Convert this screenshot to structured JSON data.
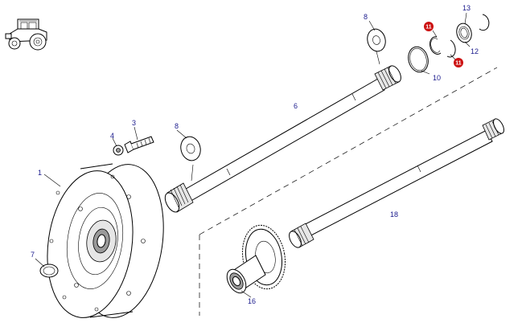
{
  "parts": [
    {
      "id": "p1",
      "number": "1"
    },
    {
      "id": "p3",
      "number": "3"
    },
    {
      "id": "p4",
      "number": "4"
    },
    {
      "id": "p6",
      "number": "6"
    },
    {
      "id": "p7",
      "number": "7"
    },
    {
      "id": "p8a",
      "number": "8"
    },
    {
      "id": "p8b",
      "number": "8"
    },
    {
      "id": "p10",
      "number": "10"
    },
    {
      "id": "p11a",
      "number": "11",
      "highlight": true
    },
    {
      "id": "p11b",
      "number": "11",
      "highlight": true
    },
    {
      "id": "p12",
      "number": "12"
    },
    {
      "id": "p13",
      "number": "13"
    },
    {
      "id": "p16",
      "number": "16"
    },
    {
      "id": "p18",
      "number": "18"
    }
  ],
  "icons": {
    "corner": "tractor-icon"
  },
  "colors": {
    "label": "#1a1a8c",
    "highlight_badge": "#cc1111",
    "line": "#000000"
  }
}
